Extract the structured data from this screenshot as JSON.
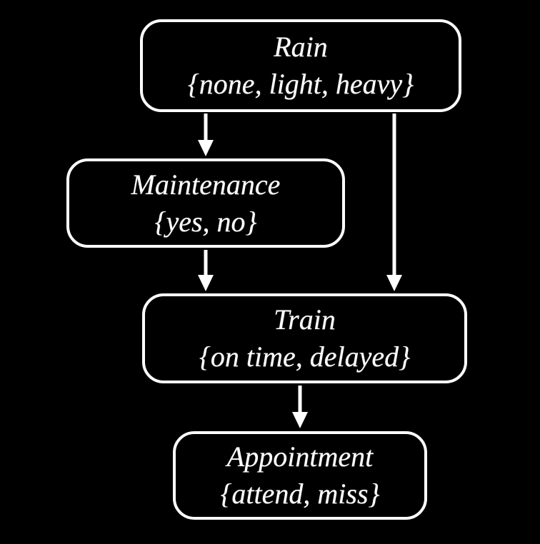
{
  "diagram": {
    "kind": "directed-graph",
    "colors": {
      "background": "#000000",
      "node_border": "#ffffff",
      "text": "#ffffff",
      "arrow": "#ffffff"
    },
    "nodes": [
      {
        "id": "rain",
        "label": "Rain",
        "values": "{none, light, heavy}"
      },
      {
        "id": "maintenance",
        "label": "Maintenance",
        "values": "{yes, no}"
      },
      {
        "id": "train",
        "label": "Train",
        "values": "{on time, delayed}"
      },
      {
        "id": "appointment",
        "label": "Appointment",
        "values": "{attend, miss}"
      }
    ],
    "edges": [
      {
        "from": "rain",
        "to": "maintenance"
      },
      {
        "from": "rain",
        "to": "train"
      },
      {
        "from": "maintenance",
        "to": "train"
      },
      {
        "from": "train",
        "to": "appointment"
      }
    ]
  }
}
